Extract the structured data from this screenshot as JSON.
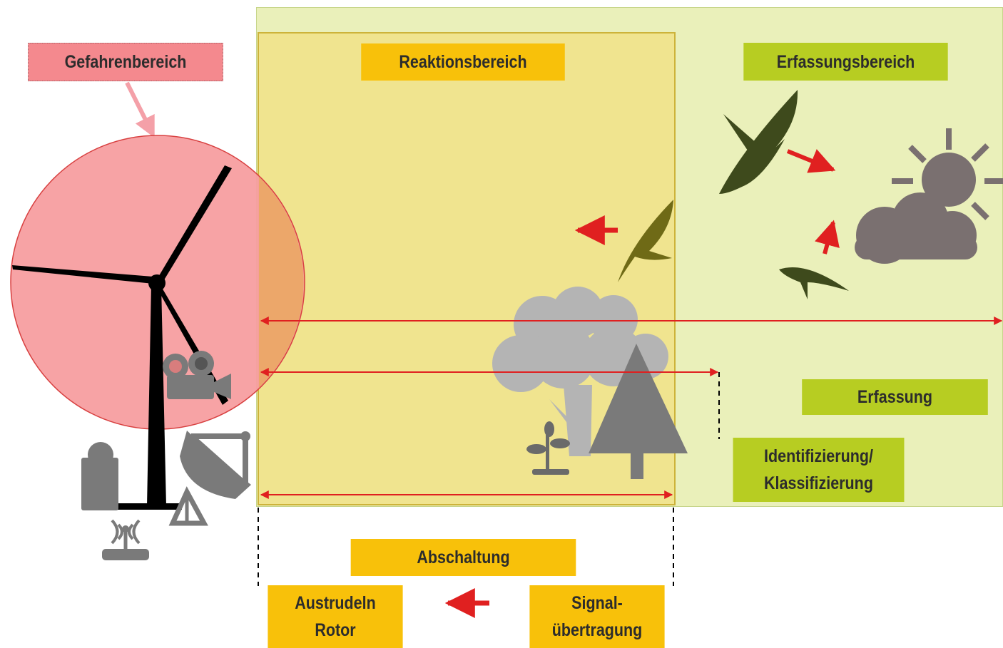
{
  "labels": {
    "gefahrenbereich": "Gefahrenbereich",
    "reaktionsbereich": "Reaktionsbereich",
    "erfassungsbereich": "Erfassungsbereich",
    "erfassung": "Erfassung",
    "identifizierung_line1": "Identifizierung/",
    "identifizierung_line2": "Klassifizierung",
    "abschaltung": "Abschaltung",
    "austrudeln_line1": "Austrudeln",
    "austrudeln_line2": "Rotor",
    "signal_line1": "Signal-",
    "signal_line2": "übertragung"
  },
  "colors": {
    "danger_zone": "#f79ea0",
    "reaction_zone": "#f0e48f",
    "detection_zone": "#eaf0ba",
    "orange_label": "#f8c10a",
    "green_label": "#b7cd22",
    "arrow_red": "#e02020",
    "icon_gray": "#7a7a7a"
  },
  "icons": [
    "wind-turbine-icon",
    "camera-icon",
    "radar-dish-icon",
    "sensor-box-icon",
    "wifi-router-icon",
    "tree-icon",
    "fir-tree-icon",
    "seedling-icon",
    "bird-icon",
    "sun-cloud-icon"
  ]
}
